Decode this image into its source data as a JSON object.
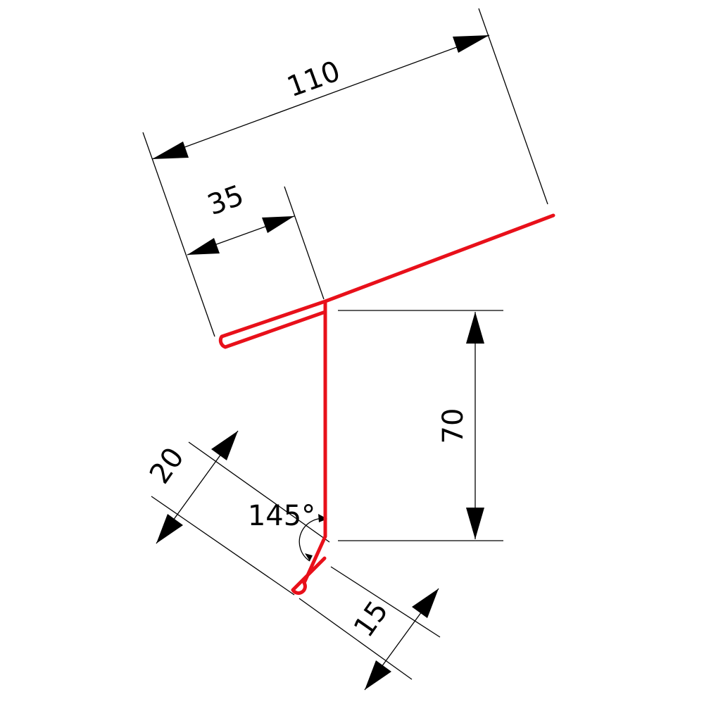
{
  "dimensions": {
    "overall_width": "110",
    "hem_offset": "35",
    "vertical_height": "70",
    "drip_leg": "20",
    "drip_hem": "15",
    "bend_angle": "145°"
  },
  "colors": {
    "profile": "#e8101a",
    "dimension_lines": "#000000"
  }
}
